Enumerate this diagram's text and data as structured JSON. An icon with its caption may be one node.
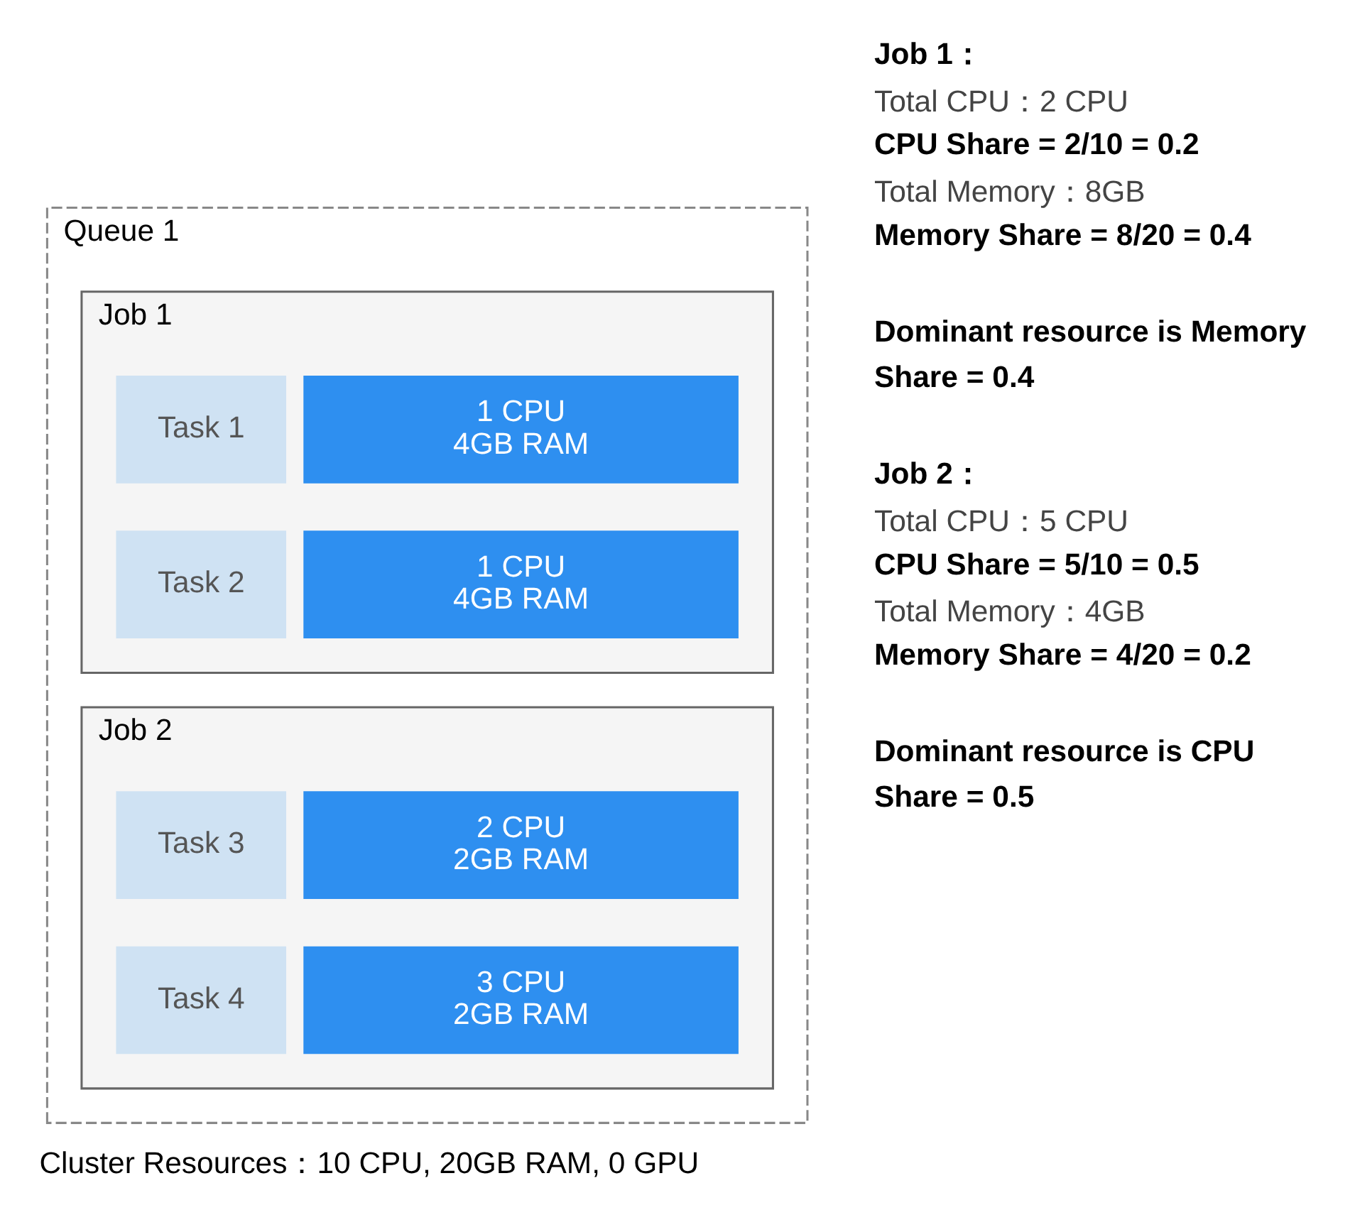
{
  "diagram": {
    "caption": "Cluster Resources：10 CPU, 20GB RAM, 0 GPU",
    "nodes": [
      {
        "text": [
          "Queue 1"
        ]
      },
      {
        "text": [
          "Job 1"
        ],
        "in": 0
      },
      {
        "text": [
          "Task 1"
        ],
        "in": 1
      },
      {
        "text": [
          "1 CPU 4GB RAM"
        ],
        "in": 1
      },
      {
        "text": [
          "Task 2"
        ],
        "in": 1
      },
      {
        "text": [
          "1 CPU 4GB RAM"
        ],
        "in": 1
      },
      {
        "text": [
          "Job 2"
        ],
        "in": 0
      },
      {
        "text": [
          "Task 3"
        ],
        "in": 6
      },
      {
        "text": [
          "2 CPU 2GB RAM"
        ],
        "in": 6
      },
      {
        "text": [
          "Task 4"
        ],
        "in": 6
      },
      {
        "text": [
          "3 CPU 2GB RAM"
        ],
        "in": 6
      }
    ],
    "edges": [],
    "labels": [
      "Job 1：",
      "Total CPU：2 CPU",
      "CPU Share = 2/10 = 0.2",
      "Total Memory：8GB",
      "Memory Share = 8/20 = 0.4",
      "Dominant resource is Memory",
      "Share = 0.4",
      "Job 2：",
      "Total CPU：5 CPU",
      "CPU Share = 5/10 = 0.5",
      "Total Memory：4GB",
      "Memory Share = 4/20 = 0.2",
      "Dominant resource is CPU",
      "Share = 0.5"
    ]
  }
}
